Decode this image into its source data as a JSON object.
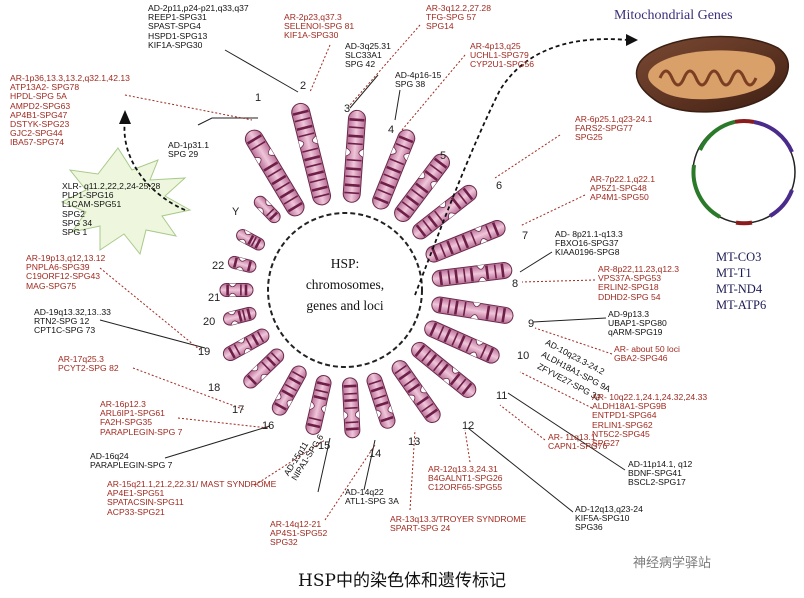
{
  "center_text": [
    "HSP:",
    "chromosomes,",
    "genes and loci"
  ],
  "caption": "HSP中的染色体和遗传标记",
  "watermark": "神经病学驿站",
  "mito": {
    "title": "Mitochondrial Genes",
    "genes": [
      "MT-CO3",
      "MT-T1",
      "MT-ND4",
      "MT-ATP6"
    ]
  },
  "chromosome_numbers": [
    "1",
    "2",
    "3",
    "4",
    "5",
    "6",
    "7",
    "8",
    "9",
    "10",
    "11",
    "12",
    "13",
    "14",
    "15",
    "16",
    "17",
    "18",
    "19",
    "20",
    "21",
    "22",
    "Y"
  ],
  "labels": {
    "c1ar": "AR-1p36,13.3,13.2,q32.1,42.13\nATP13A2- SPG78\nHPDL-SPG 5A\nAMPD2-SPG63\nAP4B1-SPG47\nDSTYK-SPG23\nGJC2-SPG44\nIBA57-SPG74",
    "c1ad": "AD-1p31.1\nSPG 29",
    "c2ad": "AD-2p11,p24-p21,q33,q37\nREEP1-SPG31\nSPAST-SPG4\nHSPD1-SPG13\nKIF1A-SPG30",
    "c2ar": "AR-2p23,q37.3\nSELENOI-SPG 81\nKIF1A-SPG30",
    "c3ar": "AR-3q12.2,27.28\nTFG-SPG 57\nSPG14",
    "c3ad": "AD-3q25.31\nSLC33A1\nSPG 42",
    "c4ad": "AD-4p16-15\nSPG 38",
    "c4ar": "AR-4p13,q25\nUCHL1-SPG79\nCYP2U1-SPG56",
    "c6ar": "AR-6p25.1,q23-24.1\nFARS2-SPG77\nSPG25",
    "c7ar": "AR-7p22.1,q22.1\nAP5Z1-SPG48\nAP4M1-SPG50",
    "c8ad": "AD- 8p21.1-q13.3\nFBXO16-SPG37\nKIAA0196-SPG8",
    "c8ar": "AR-8p22,11.23,q12.3\nVPS37A-SPG53\nERLIN2-SPG18\nDDHD2-SPG 54",
    "c9ad": "AD-9p13.3\nUBAP1-SPG80\nqARM-SPG19",
    "c9ar": "AR- about 50 loci\nGBA2-SPG46",
    "c10ad": "AD-10q23.3-24.2",
    "c10b": "ALDH18A1-SPG 9A",
    "c10c": "ZFYVE27-SPG 33",
    "c10ar": "AR- 10q22.1,24.1,24.32,24.33\nALDH18A1-SPG9B\nENTPD1-SPG64\nERLIN1-SPG62\nNT5C2-SPG45\nSPG27",
    "c11ad": "AD-11p14.1, q12\nBDNF-SPG41\nBSCL2-SPG17",
    "c11ar": "AR- 11q13.1\nCAPN1-SPG76",
    "c12ad": "AD-12q13,q23-24\nKIF5A-SPG10\nSPG36",
    "c12ar": "AR-12q13.3,24.31\nB4GALNT1-SPG26\nC12ORF65-SPG55",
    "c13ar": "AR-13q13.3/TROYER SYNDROME\nSPART-SPG 24",
    "c14ad": "AD-14q22\nATL1-SPG 3A",
    "c14ar": "AR-14q12-21\nAP4S1-SPG52\nSPG32",
    "c15ad": "AD-15q11\nNIPA1-SPG 6",
    "c15ar": "AR-15q21.1,21.2,22.31/ MAST SYNDROME\nAP4E1-SPG51\nSPATACSIN-SPG11\nACP33-SPG21",
    "c16ad": "AD-16q24\nPARAPLEGIN-SPG 7",
    "c16ar": "AR-16p12.3\nARL6IP1-SPG61\nFA2H-SPG35\nPARAPLEGIN-SPG 7",
    "c17ar": "AR-17q25.3\nPCYT2-SPG 82",
    "c19ad": "AD-19q13.32,13..33\nRTN2-SPG 12\nCPT1C-SPG 73",
    "c19ar": "AR-19p13,q12,13.12\nPNPLA6-SPG39\nC19ORF12-SPG43\nMAG-SPG75",
    "cx": "XLR- q11.2,22,2,24-25,28\nPLP1-SPG16\nL1CAM-SPG51\nSPG2\nSPG 34\nSPG 1"
  }
}
